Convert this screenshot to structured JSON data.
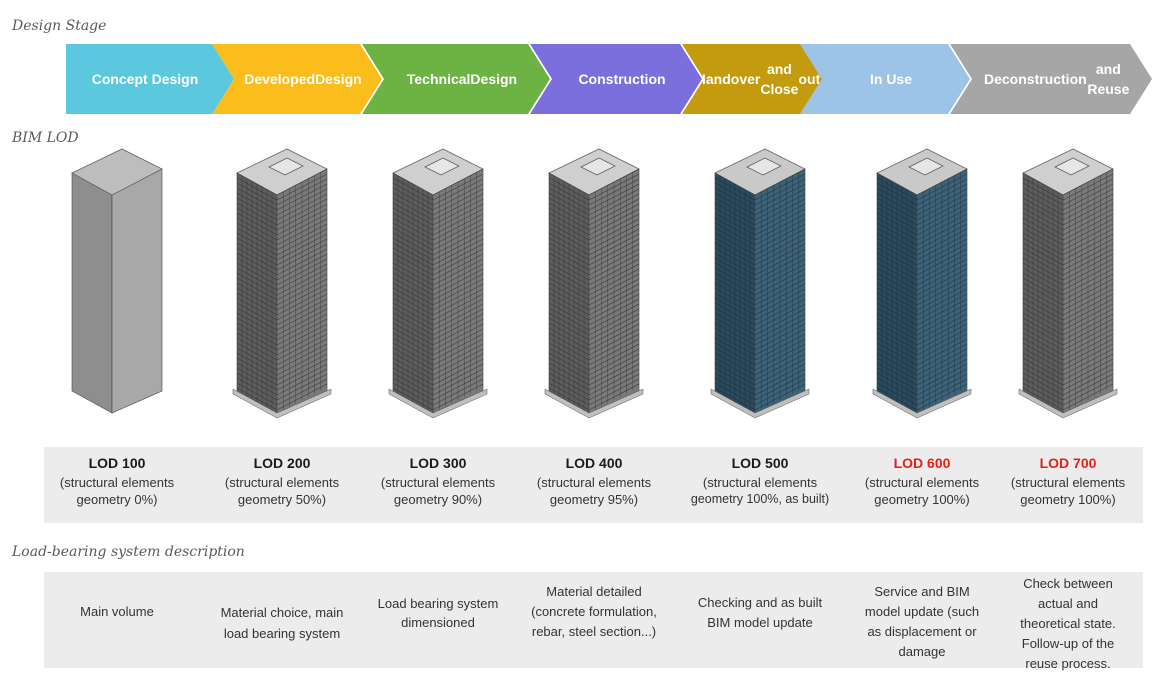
{
  "labels": {
    "design_stage": "Design Stage",
    "bim_lod": "BIM LOD",
    "load_bearing": "Load-bearing system description"
  },
  "stages": [
    {
      "lines": [
        "Concept Design"
      ],
      "color": "#5bc8dd"
    },
    {
      "lines": [
        "Developed",
        "Design"
      ],
      "color": "#fbbd1c"
    },
    {
      "lines": [
        "Technical",
        "Design"
      ],
      "color": "#6db344"
    },
    {
      "lines": [
        "Construction"
      ],
      "color": "#7a6fdc"
    },
    {
      "lines": [
        "Handover",
        "and Close",
        "out"
      ],
      "color": "#c49a0e"
    },
    {
      "lines": [
        "In Use"
      ],
      "color": "#9dc3e6"
    },
    {
      "lines": [
        "Deconstruction",
        "and Reuse"
      ],
      "color": "#a6a6a6"
    }
  ],
  "buildings": [
    {
      "style": "massing"
    },
    {
      "style": "grey-grid"
    },
    {
      "style": "grey-grid"
    },
    {
      "style": "grey-grid"
    },
    {
      "style": "blue-glass"
    },
    {
      "style": "blue-glass"
    },
    {
      "style": "grey-grid"
    }
  ],
  "lods": [
    {
      "title": "LOD 100",
      "l1": "(structural elements",
      "l2": "geometry 0%)",
      "title_color": "#1a1a1a"
    },
    {
      "title": "LOD 200",
      "l1": "(structural elements",
      "l2": "geometry 50%)",
      "title_color": "#1a1a1a"
    },
    {
      "title": "LOD 300",
      "l1": "(structural elements",
      "l2": "geometry 90%)",
      "title_color": "#1a1a1a"
    },
    {
      "title": "LOD 400",
      "l1": "(structural elements",
      "l2": "geometry 95%)",
      "title_color": "#1a1a1a"
    },
    {
      "title": "LOD 500",
      "l1": "(structural elements",
      "l2": "geometry 100%, as built)",
      "title_color": "#1a1a1a"
    },
    {
      "title": "LOD 600",
      "l1": "(structural elements",
      "l2": "geometry 100%)",
      "title_color": "#e32119"
    },
    {
      "title": "LOD 700",
      "l1": "(structural elements",
      "l2": "geometry 100%)",
      "title_color": "#e32119"
    }
  ],
  "descriptions": [
    {
      "lines": [
        "Main volume"
      ]
    },
    {
      "lines": [
        "Material choice, main",
        "load bearing system"
      ]
    },
    {
      "lines": [
        "Load bearing system",
        "dimensioned"
      ]
    },
    {
      "lines": [
        "Material detailed",
        "(concrete formulation,",
        "rebar, steel section...)"
      ]
    },
    {
      "lines": [
        "Checking and as built",
        "BIM model update"
      ]
    },
    {
      "lines": [
        "Service and BIM",
        "model update (such",
        "as displacement or",
        "damage"
      ]
    },
    {
      "lines": [
        "Check between",
        "actual and",
        "theoretical state.",
        "Follow-up of the",
        "reuse process."
      ]
    }
  ]
}
